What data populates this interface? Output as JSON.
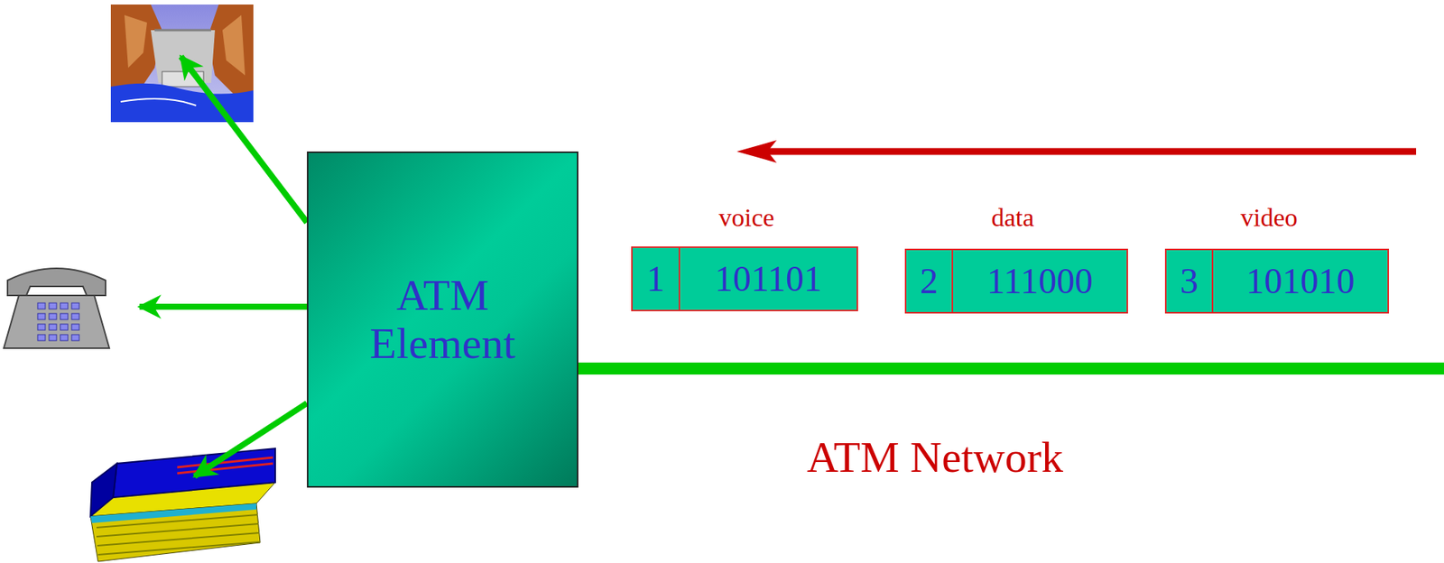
{
  "diagram": {
    "nodes": [
      {
        "text": [
          "ATM Element"
        ]
      },
      {
        "text": [
          "1"
        ]
      },
      {
        "text": [
          "101101"
        ]
      },
      {
        "text": [
          "2"
        ]
      },
      {
        "text": [
          "111000"
        ]
      },
      {
        "text": [
          "3"
        ]
      },
      {
        "text": [
          "101010"
        ]
      }
    ],
    "labels": [
      "voice",
      "data",
      "video",
      "ATM Network"
    ]
  }
}
